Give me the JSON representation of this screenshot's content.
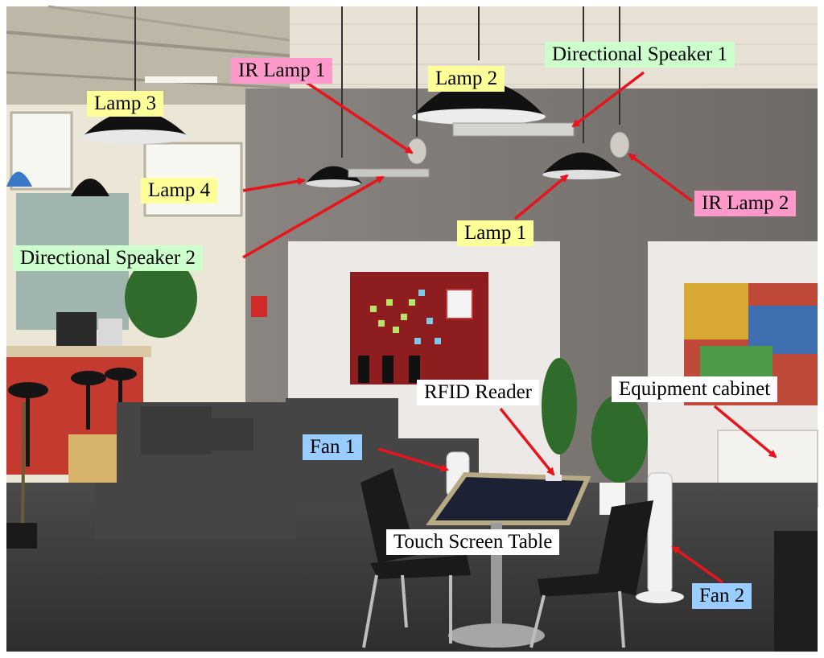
{
  "colors": {
    "lamp_bg": "#FFFF99",
    "speaker_bg": "#CCFFCC",
    "ir_bg": "#FF99CC",
    "fan_bg": "#99CCFF",
    "device_bg": "#FFFFFF",
    "arrow": "#E8141B"
  },
  "labels": {
    "ir_lamp_1": "IR Lamp 1",
    "lamp_2": "Lamp 2",
    "directional_speaker_1": "Directional Speaker 1",
    "lamp_3": "Lamp 3",
    "lamp_4": "Lamp 4",
    "ir_lamp_2": "IR Lamp 2",
    "lamp_1": "Lamp 1",
    "directional_speaker_2": "Directional Speaker 2",
    "rfid_reader": "RFID Reader",
    "equipment_cabinet": "Equipment cabinet",
    "fan_1": "Fan 1",
    "touch_screen_table": "Touch Screen Table",
    "fan_2": "Fan 2"
  }
}
